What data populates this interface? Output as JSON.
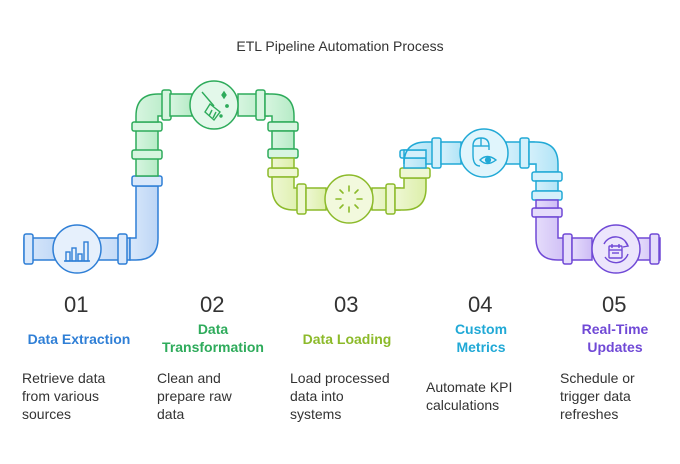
{
  "title": "ETL Pipeline Automation Process",
  "colors": {
    "blue": "#2f7fd6",
    "green": "#2eab5b",
    "lime": "#8cba2a",
    "cyan": "#21a9d6",
    "purple": "#7049d6"
  },
  "steps": [
    {
      "num": "01",
      "title": "Data Extraction",
      "desc": [
        "Retrieve data",
        "from various",
        "sources"
      ],
      "icon": "bar-chart-icon"
    },
    {
      "num": "02",
      "title": [
        "Data",
        "Transformation"
      ],
      "desc": [
        "Clean and",
        "prepare raw",
        "data"
      ],
      "icon": "broom-icon"
    },
    {
      "num": "03",
      "title": "Data Loading",
      "desc": [
        "Load processed",
        "data into",
        "systems"
      ],
      "icon": "loader-icon"
    },
    {
      "num": "04",
      "title": [
        "Custom",
        "Metrics"
      ],
      "desc": [
        "Automate KPI",
        "calculations"
      ],
      "icon": "mouse-eye-icon"
    },
    {
      "num": "05",
      "title": [
        "Real-Time",
        "Updates"
      ],
      "desc": [
        "Schedule or",
        "trigger data",
        "refreshes"
      ],
      "icon": "refresh-schedule-icon"
    }
  ]
}
